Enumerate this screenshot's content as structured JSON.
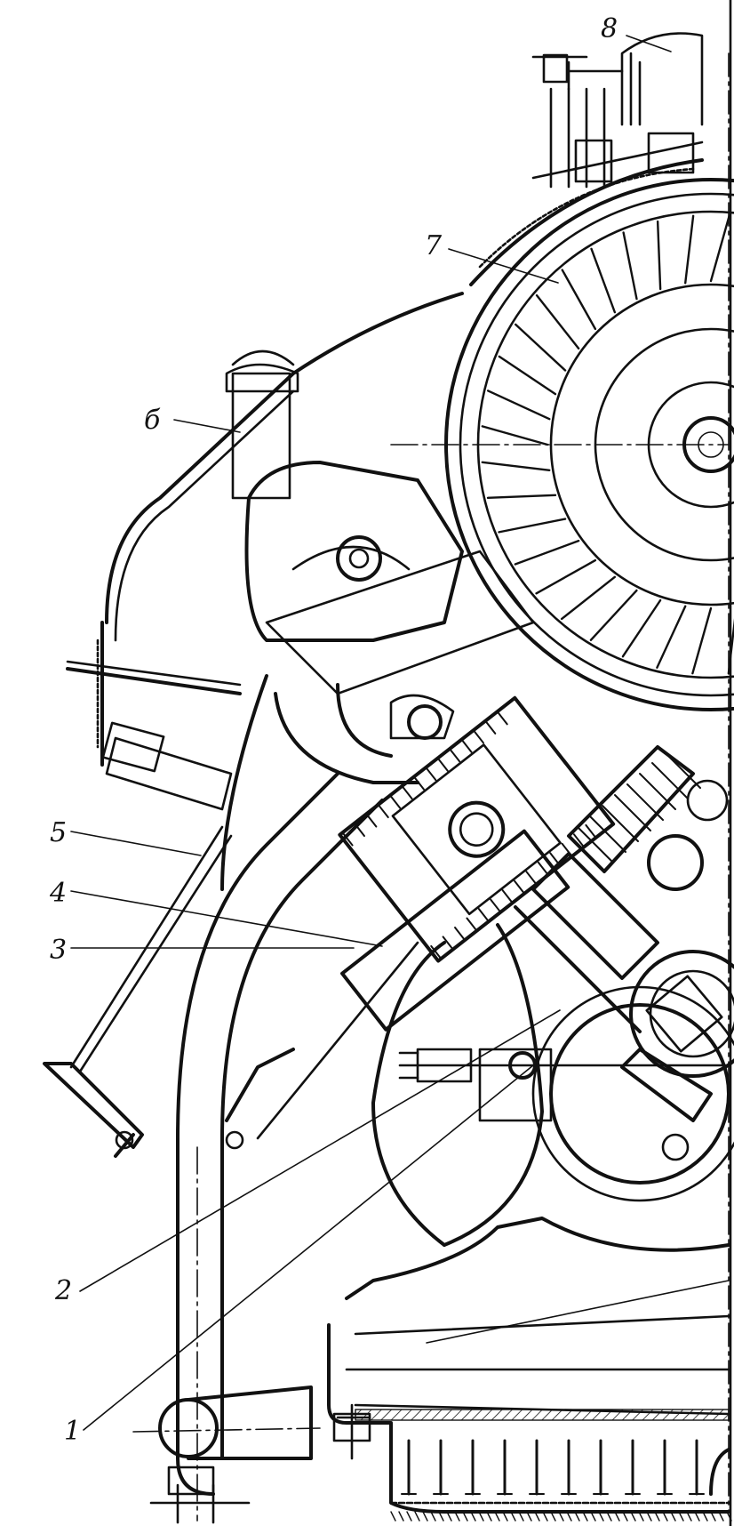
{
  "figure": {
    "callouts": [
      {
        "id": "1",
        "label": "1"
      },
      {
        "id": "2",
        "label": "2"
      },
      {
        "id": "3",
        "label": "3"
      },
      {
        "id": "4",
        "label": "4"
      },
      {
        "id": "5",
        "label": "5"
      },
      {
        "id": "6",
        "label": "б"
      },
      {
        "id": "7",
        "label": "7"
      },
      {
        "id": "8",
        "label": "8"
      }
    ],
    "colors": {
      "ink": "#111111",
      "paper": "#ffffff"
    }
  }
}
